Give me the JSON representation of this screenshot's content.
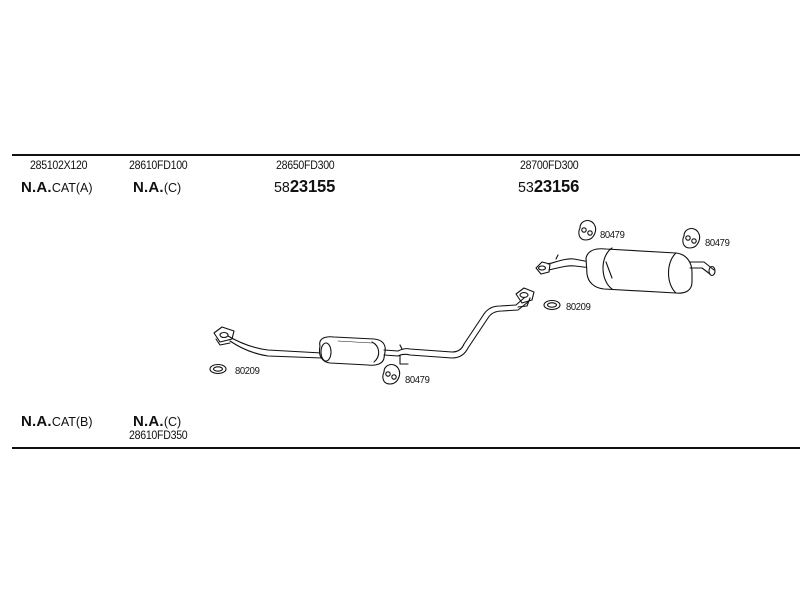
{
  "header_labels": {
    "col1_part": "285102X120",
    "col1_na": "N.A.",
    "col1_na_suffix": "CAT(A)",
    "col2_part": "28610FD100",
    "col2_na": "N.A.",
    "col2_na_suffix": "(C)",
    "col3_part": "28650FD300",
    "col3_ref_prefix": "58",
    "col3_ref_main": "23155",
    "col4_part": "28700FD300",
    "col4_ref_prefix": "53",
    "col4_ref_main": "23156"
  },
  "footer_labels": {
    "col1_na": "N.A.",
    "col1_na_suffix": "CAT(B)",
    "col2_na": "N.A.",
    "col2_na_suffix": "(C)",
    "col2_part": "28610FD350"
  },
  "callouts": {
    "hanger_rear_left": "80479",
    "hanger_rear_right": "80479",
    "gasket_mid": "80209",
    "gasket_front": "80209",
    "hanger_center": "80479"
  }
}
